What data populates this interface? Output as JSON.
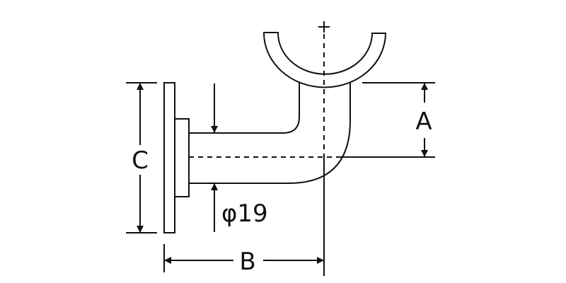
{
  "labels": {
    "a": "A",
    "b": "B",
    "c": "C",
    "diameter": "φ19"
  },
  "colors": {
    "line": "#111111",
    "background": "#ffffff"
  }
}
